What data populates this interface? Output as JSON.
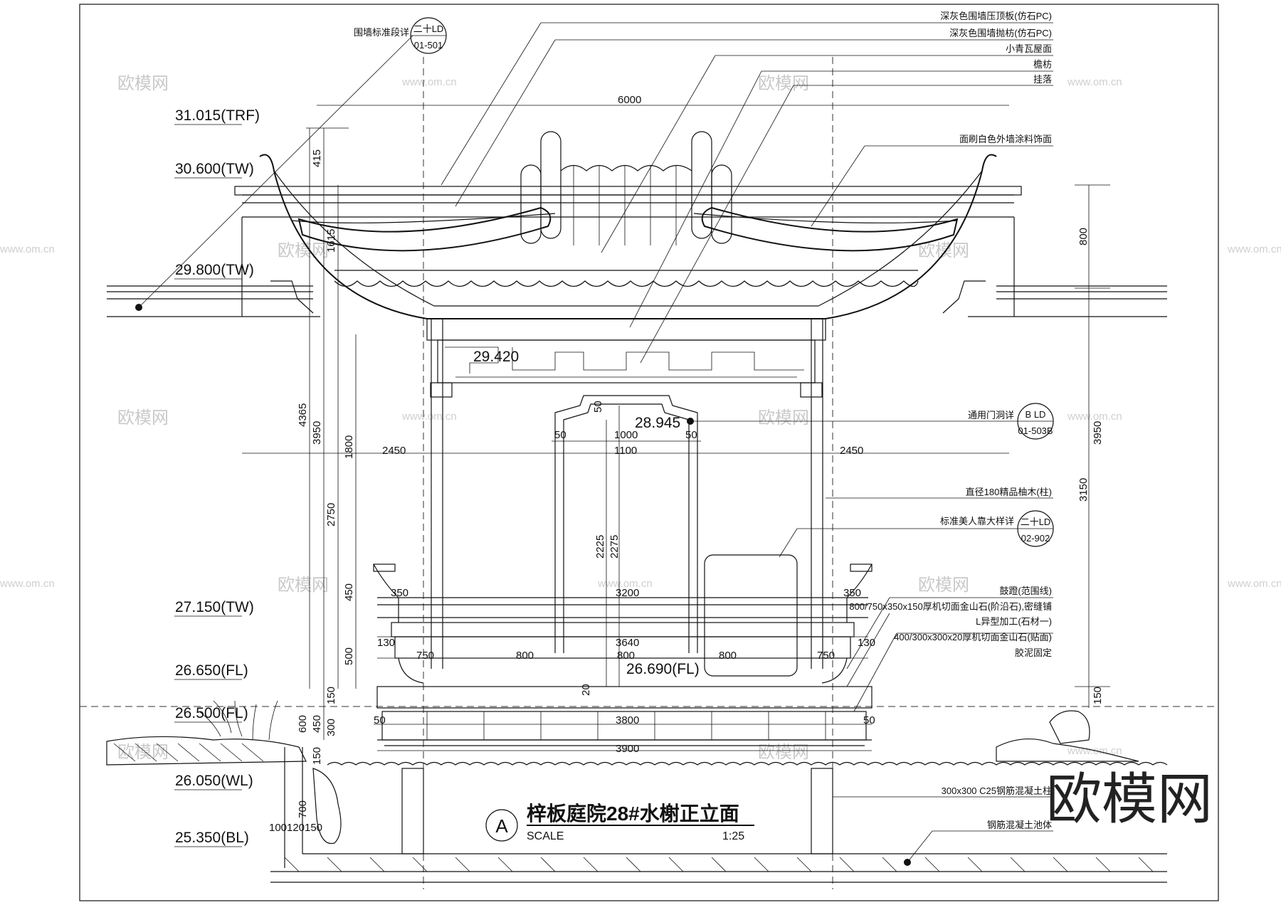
{
  "title": {
    "marker": "A",
    "name": "梓板庭院28#水榭正立面",
    "scale_label": "SCALE",
    "scale_value": "1:25"
  },
  "levels": [
    {
      "text": "31.015(TRF)"
    },
    {
      "text": "30.600(TW)"
    },
    {
      "text": "29.800(TW)"
    },
    {
      "text": "27.150(TW)"
    },
    {
      "text": "26.650(FL)"
    },
    {
      "text": "26.500(FL)"
    },
    {
      "text": "26.050(WL)"
    },
    {
      "text": "25.350(BL)"
    }
  ],
  "inner_levels": [
    {
      "text": "29.420"
    },
    {
      "text": "28.945"
    },
    {
      "text": "26.690(FL)"
    }
  ],
  "callouts": {
    "wall_detail": {
      "label": "围墙标准段详",
      "top": "二十LD",
      "bottom": "01-501"
    },
    "door_detail": {
      "label": "通用门洞详",
      "top": "B LD",
      "bottom": "01-503B"
    },
    "seat_detail": {
      "label": "标准美人靠大样详",
      "top": "二十LD",
      "bottom": "02-902"
    }
  },
  "notes": [
    "深灰色围墙压顶板(仿石PC)",
    "深灰色围墙抛枋(仿石PC)",
    "小青瓦屋面",
    "檐枋",
    "挂落",
    "面刷白色外墙涂料饰面",
    "直径180精品柚木(柱)",
    "鼓蹬(范围线)",
    "800/750x350x150厚机切面金山石(阶沿石),密缝铺",
    "L异型加工(石材一)",
    "400/300x300x20厚机切面金山石(贴面)",
    "胶泥固定",
    "300x300 C25钢筋混凝土柱",
    "钢筋混凝土池体"
  ],
  "dims": {
    "top_span": "6000",
    "left_vertical": [
      "415",
      "1615",
      "4365",
      "3950",
      "2750",
      "1800",
      "450",
      "500",
      "150",
      "600",
      "450",
      "300",
      "150",
      "700",
      "100",
      "120",
      "150"
    ],
    "right_vertical": [
      "800",
      "3950",
      "3150",
      "150"
    ],
    "door": [
      "50",
      "1000",
      "50",
      "1100",
      "50",
      "2225",
      "2275",
      "20"
    ],
    "side": [
      "2450",
      "2450"
    ],
    "rail": [
      "350",
      "3200",
      "350"
    ],
    "step": [
      "130",
      "3640",
      "130"
    ],
    "bays": [
      "750",
      "800",
      "800",
      "800",
      "750"
    ],
    "platform": [
      "50",
      "3800",
      "50",
      "3900"
    ]
  },
  "watermark": {
    "big": "欧模网",
    "small": "欧模网",
    "url": "www.om.cn"
  }
}
